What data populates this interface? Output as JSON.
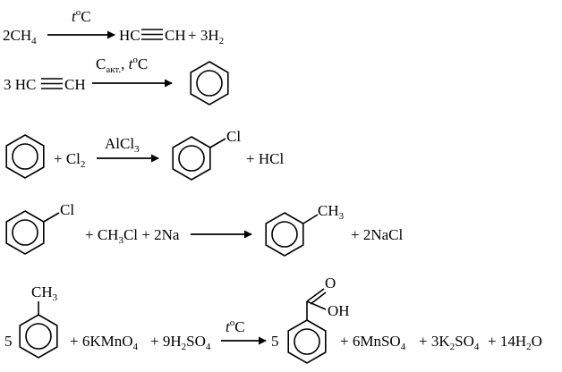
{
  "reactions": [
    {
      "reactant_coef": "2CH",
      "reactant_sub": "4",
      "condition_var": "t",
      "condition_deg": "o",
      "condition_unit": "C",
      "product_left": "HC",
      "product_right": "CH",
      "byproduct": "+ 3H",
      "byproduct_sub": "2"
    },
    {
      "reactant_left": "3 HC",
      "reactant_right": "CH",
      "catalyst": "C",
      "catalyst_sub": "акт.",
      "catalyst_sep": ", ",
      "condition_var": "t",
      "condition_deg": "o",
      "condition_unit": "C"
    },
    {
      "reagent": "+ Cl",
      "reagent_sub": "2",
      "catalyst": "AlCl",
      "catalyst_sub": "3",
      "substituent": "Cl",
      "byproduct": "+ HCl"
    },
    {
      "substituent": "Cl",
      "reagents": "+ CH",
      "reagents_sub": "3",
      "reagents_rest": "Cl + 2Na",
      "product_substituent": "CH",
      "product_substituent_sub": "3",
      "byproduct": "+ 2NaCl"
    },
    {
      "coef_left": "5",
      "substituent": "CH",
      "substituent_sub": "3",
      "reagent1": "+ 6KMnO",
      "reagent1_sub": "4",
      "reagent2": "+ 9H",
      "reagent2_sub1": "2",
      "reagent2_mid": "SO",
      "reagent2_sub2": "4",
      "condition_var": "t",
      "condition_deg": "o",
      "condition_unit": "C",
      "coef_product": "5",
      "oxygen_label": "O",
      "hydroxyl_label": "OH",
      "prod1": "+ 6MnSO",
      "prod1_sub": "4",
      "prod2": "+ 3K",
      "prod2_sub1": "2",
      "prod2_mid": "SO",
      "prod2_sub2": "4",
      "prod3": "+ 14H",
      "prod3_sub": "2",
      "prod3_end": "O"
    }
  ]
}
